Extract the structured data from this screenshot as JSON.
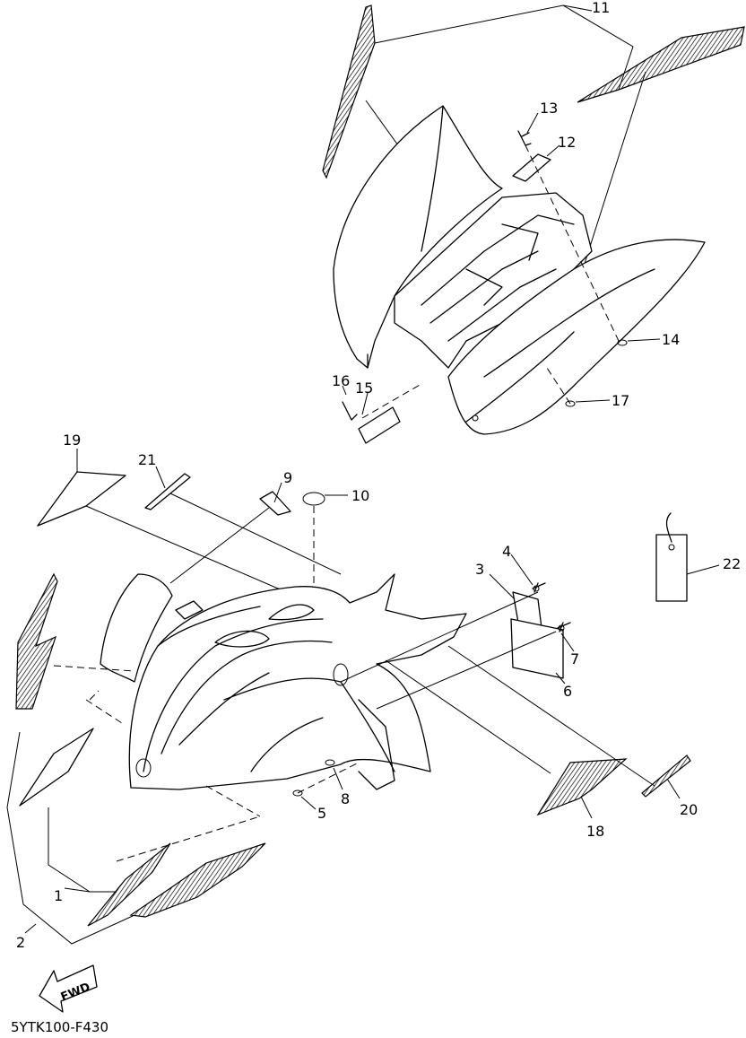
{
  "diagram": {
    "reference_code": "5YTK100-F430",
    "fwd_label": "FWD",
    "part_numbers": {
      "p1": "1",
      "p2": "2",
      "p3": "3",
      "p4": "4",
      "p5": "5",
      "p6": "6",
      "p7": "7",
      "p8": "8",
      "p9": "9",
      "p10": "10",
      "p11": "11",
      "p12": "12",
      "p13": "13",
      "p14": "14",
      "p15": "15",
      "p16": "16",
      "p17": "17",
      "p18": "18",
      "p19": "19",
      "p20": "20",
      "p21": "21",
      "p22": "22"
    }
  }
}
